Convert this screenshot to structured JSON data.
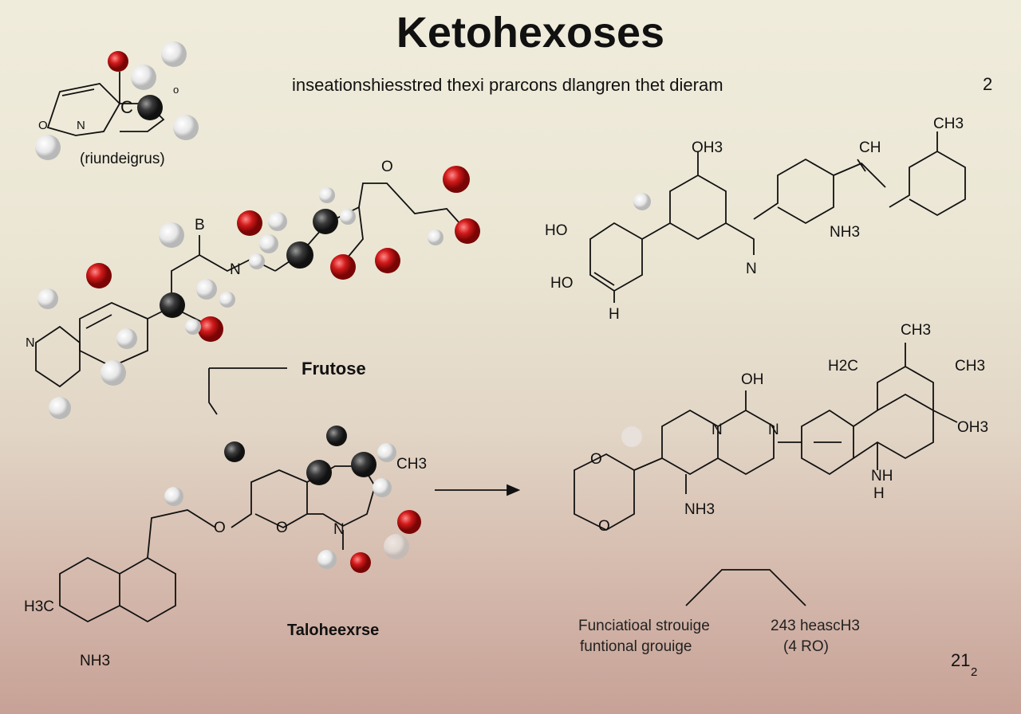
{
  "title": "Ketohexoses",
  "subtitle": "inseationshiesstred thexi prarcons dlangren thet dieram",
  "page_marker_top": "2",
  "page_marker_bottom": "21",
  "page_marker_bottom_sub": "2",
  "top_left": {
    "caption": "(riundeigrus)",
    "atom_c": "C",
    "atom_o": "o",
    "atom_o2": "O",
    "atom_n": "N"
  },
  "center": {
    "label_b": "B",
    "label_n": "N",
    "label_o": "O",
    "name": "Frutose",
    "label_pyr_n": "N"
  },
  "bottom_left": {
    "name": "Taloheexrse",
    "ch3": "CH3",
    "o1": "O",
    "o2": "O",
    "n": "N",
    "h3c": "H3C",
    "nh3": "NH3"
  },
  "top_right": {
    "oh3": "OH3",
    "ho1": "HO",
    "ho2": "HO",
    "h": "H",
    "n": "N",
    "ch": "CH",
    "nh3": "NH3",
    "ch3": "CH3"
  },
  "bottom_right": {
    "oh": "OH",
    "n1": "N",
    "n2": "N",
    "h2c": "H2C",
    "ch3_top": "CH3",
    "ch3_right": "CH3",
    "oh3": "OH3",
    "nh": "NH",
    "h": "H",
    "nh3": "NH3",
    "o1": "O",
    "o2": "O"
  },
  "footer": {
    "left_line1": "Funciatioal strouige",
    "left_line2": "funtional grouige",
    "right_line1": "243 heascH3",
    "right_line2": "(4 RO)"
  },
  "colors": {
    "oxygen": "#d11a1a",
    "carbon": "#3a3a3a",
    "hydrogen": "#f2f2f2",
    "bond": "#111111"
  }
}
